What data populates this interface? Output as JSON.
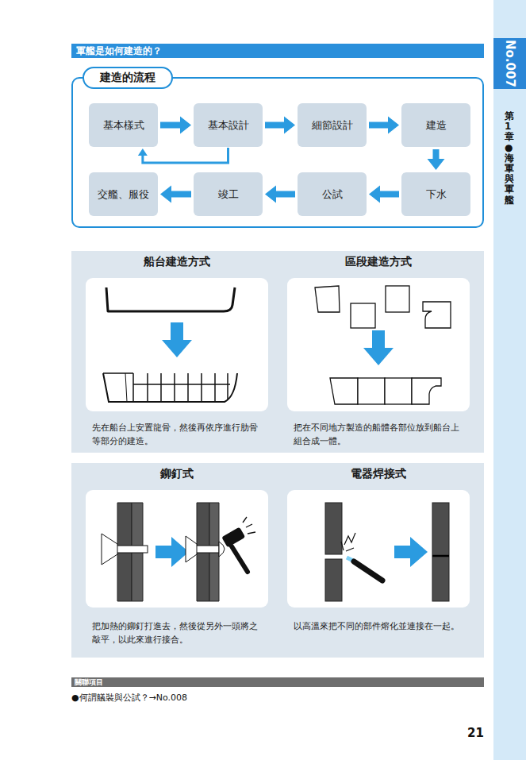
{
  "diagram": {
    "title": "軍艦是如何建造的？",
    "nodes": [
      {
        "text": [
          "建造的流程"
        ]
      },
      {
        "text": [
          "基本樣式"
        ],
        "in": 0
      },
      {
        "text": [
          "基本設計"
        ],
        "in": 0
      },
      {
        "text": [
          "細節設計"
        ],
        "in": 0
      },
      {
        "text": [
          "建造"
        ],
        "in": 0
      },
      {
        "text": [
          "下水"
        ],
        "in": 0
      },
      {
        "text": [
          "公試"
        ],
        "in": 0
      },
      {
        "text": [
          "竣工"
        ],
        "in": 0
      },
      {
        "text": [
          "交艦、服役"
        ],
        "in": 0
      },
      {
        "text": [
          "船台建造方式",
          "先在船台上安置龍骨，然後再依序進行肋骨等部分的建造。"
        ]
      },
      {
        "text": [
          "區段建造方式",
          "把在不同地方製造的船體各部位放到船台上組合成一體。"
        ]
      },
      {
        "text": [
          "鉚釘式",
          "把加熱的鉚釘打進去，然後從另外一頭將之敲平，以此來進行接合。"
        ]
      },
      {
        "text": [
          "電器焊接式",
          "以高溫來把不同的部件熔化並連接在一起。"
        ]
      }
    ],
    "edges": [
      {
        "from": 1,
        "to": 2,
        "arrow": "to"
      },
      {
        "from": 2,
        "to": 3,
        "arrow": "to"
      },
      {
        "from": 3,
        "to": 4,
        "arrow": "to"
      },
      {
        "from": 4,
        "to": 5,
        "arrow": "to"
      },
      {
        "from": 5,
        "to": 6,
        "arrow": "to"
      },
      {
        "from": 6,
        "to": 7,
        "arrow": "to"
      },
      {
        "from": 7,
        "to": 8,
        "arrow": "to"
      },
      {
        "from": 2,
        "to": 1,
        "arrow": "to"
      }
    ],
    "labels": [
      "No.007",
      "第1章●海軍與軍艦",
      "關聯項目",
      "●何謂艤裝與公試？→No.008",
      "21"
    ]
  }
}
